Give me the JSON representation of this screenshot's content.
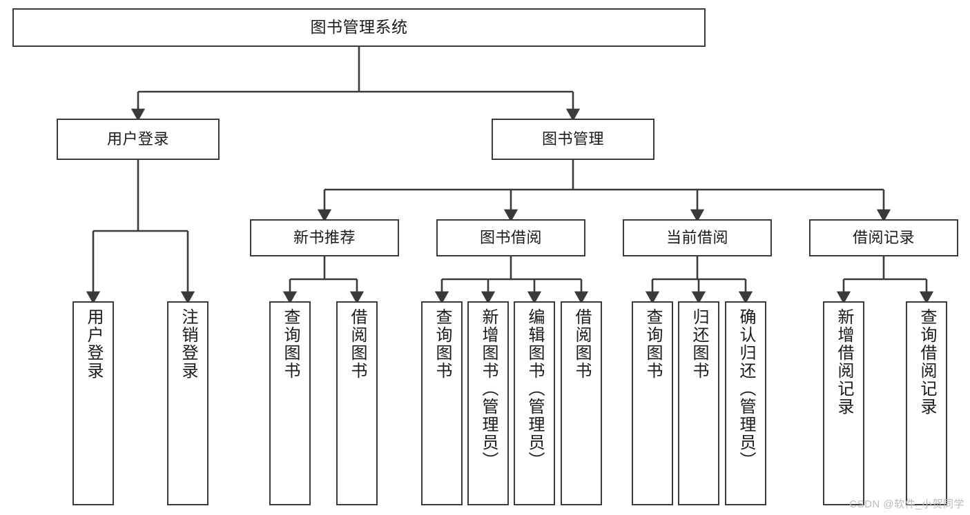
{
  "diagram": {
    "type": "tree",
    "title": "图书管理系统",
    "watermark": "CSDN @软件_小贺同学",
    "colors": {
      "stroke": "#3a3a3a",
      "fill": "#ffffff",
      "text": "#1a1a1a",
      "watermark": "#b9b9b9"
    },
    "nodes": {
      "root": {
        "label": "图书管理系统"
      },
      "level2": [
        {
          "id": "user_login",
          "label": "用户登录"
        },
        {
          "id": "book_mgmt",
          "label": "图书管理"
        }
      ],
      "level3": [
        {
          "id": "new_book_rec",
          "label": "新书推荐"
        },
        {
          "id": "book_borrow",
          "label": "图书借阅"
        },
        {
          "id": "current_borrow",
          "label": "当前借阅"
        },
        {
          "id": "borrow_record",
          "label": "借阅记录"
        }
      ],
      "leaves": {
        "user_login": [
          {
            "id": "leaf_user_login",
            "label": "用户登录"
          },
          {
            "id": "leaf_logout",
            "label": "注销登录"
          }
        ],
        "new_book_rec": [
          {
            "id": "leaf_query_book_1",
            "label": "查询图书"
          },
          {
            "id": "leaf_borrow_book_1",
            "label": "借阅图书"
          }
        ],
        "book_borrow": [
          {
            "id": "leaf_query_book_2",
            "label": "查询图书"
          },
          {
            "id": "leaf_add_book",
            "label": "新增图书（管理员）"
          },
          {
            "id": "leaf_edit_book",
            "label": "编辑图书（管理员）"
          },
          {
            "id": "leaf_borrow_book_2",
            "label": "借阅图书"
          }
        ],
        "current_borrow": [
          {
            "id": "leaf_query_book_3",
            "label": "查询图书"
          },
          {
            "id": "leaf_return_book",
            "label": "归还图书"
          },
          {
            "id": "leaf_confirm_return",
            "label": "确认归还（管理员）"
          }
        ],
        "borrow_record": [
          {
            "id": "leaf_add_record",
            "label": "新增借阅记录"
          },
          {
            "id": "leaf_query_record",
            "label": "查询借阅记录"
          }
        ]
      }
    },
    "edges": [
      {
        "from": "图书管理系统",
        "to": "用户登录"
      },
      {
        "from": "图书管理系统",
        "to": "图书管理"
      },
      {
        "from": "用户登录",
        "to": "用户登录"
      },
      {
        "from": "用户登录",
        "to": "注销登录"
      },
      {
        "from": "图书管理",
        "to": "新书推荐"
      },
      {
        "from": "图书管理",
        "to": "图书借阅"
      },
      {
        "from": "图书管理",
        "to": "当前借阅"
      },
      {
        "from": "图书管理",
        "to": "借阅记录"
      },
      {
        "from": "新书推荐",
        "to": "查询图书"
      },
      {
        "from": "新书推荐",
        "to": "借阅图书"
      },
      {
        "from": "图书借阅",
        "to": "查询图书"
      },
      {
        "from": "图书借阅",
        "to": "新增图书（管理员）"
      },
      {
        "from": "图书借阅",
        "to": "编辑图书（管理员）"
      },
      {
        "from": "图书借阅",
        "to": "借阅图书"
      },
      {
        "from": "当前借阅",
        "to": "查询图书"
      },
      {
        "from": "当前借阅",
        "to": "归还图书"
      },
      {
        "from": "当前借阅",
        "to": "确认归还（管理员）"
      },
      {
        "from": "借阅记录",
        "to": "新增借阅记录"
      },
      {
        "from": "借阅记录",
        "to": "查询借阅记录"
      }
    ]
  }
}
